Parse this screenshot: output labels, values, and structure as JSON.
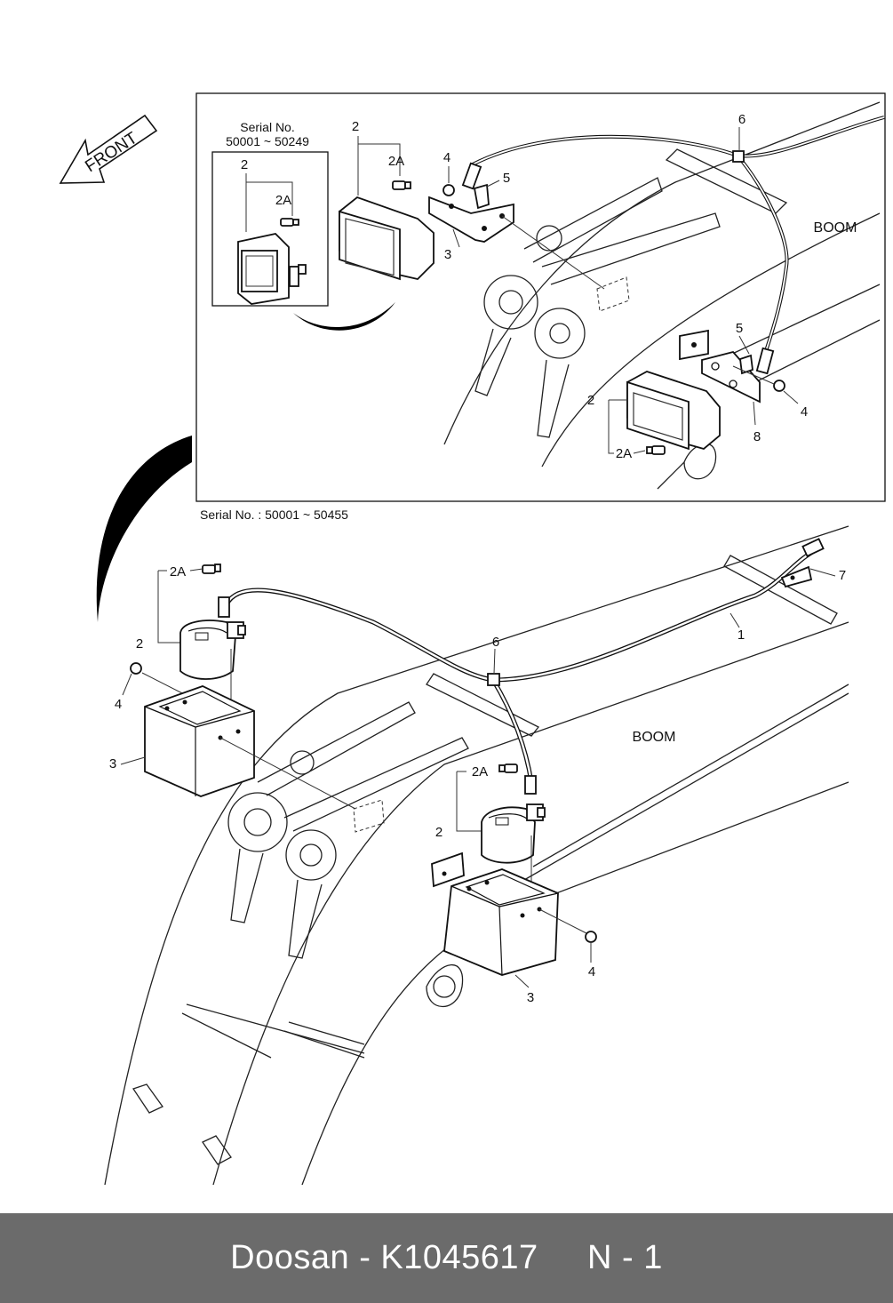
{
  "front_label": "FRONT",
  "inset": {
    "serial_box_title": "Serial No.",
    "serial_box_range": "50001 ~ 50249",
    "boom_label": "BOOM",
    "callouts": {
      "c2_box": "2",
      "c2a_box": "2A",
      "c2_top": "2",
      "c2a_top": "2A",
      "c4_top": "4",
      "c5_top": "5",
      "c3_top": "3",
      "c6_top": "6",
      "c5_right": "5",
      "c4_right": "4",
      "c2_right": "2",
      "c2a_right": "2A",
      "c8_right": "8"
    }
  },
  "main": {
    "serial_caption": "Serial No. : 50001 ~ 50455",
    "boom_label": "BOOM",
    "callouts": {
      "c2a_left": "2A",
      "c2_left": "2",
      "c4_left": "4",
      "c3_left": "3",
      "c6_mid": "6",
      "c1": "1",
      "c7": "7",
      "c2a_mid": "2A",
      "c2_mid": "2",
      "c4_mid": "4",
      "c3_mid": "3"
    }
  },
  "footer": {
    "brand": "Doosan",
    "separator": "-",
    "part_number": "K1045617",
    "page_ref": "N - 1"
  }
}
